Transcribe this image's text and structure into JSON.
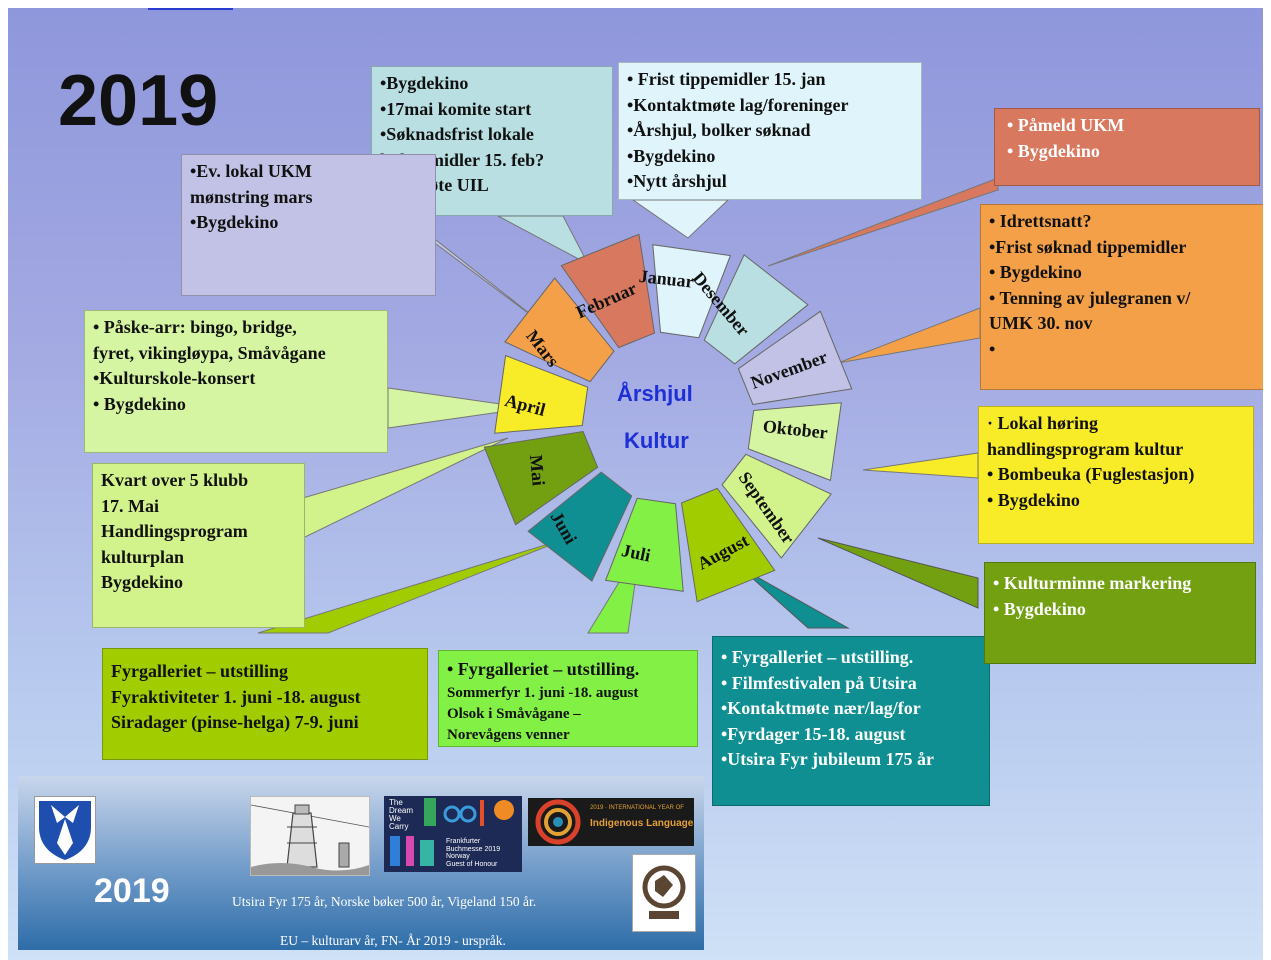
{
  "year": "2019",
  "center": {
    "line1": "Årshjul",
    "line2": "Kultur"
  },
  "months": [
    {
      "key": "januar",
      "label": "Januar",
      "color": "#dff4fb"
    },
    {
      "key": "februar",
      "label": "Februar",
      "color": "#b9dfe3"
    },
    {
      "key": "mars",
      "label": "Mars",
      "color": "#c2c2e6"
    },
    {
      "key": "april",
      "label": "April",
      "color": "#d6f5a3"
    },
    {
      "key": "mai",
      "label": "Mai",
      "color": "#d2f28b"
    },
    {
      "key": "juni",
      "label": "Juni",
      "color": "#a1cd00"
    },
    {
      "key": "juli",
      "label": "Juli",
      "color": "#83f046"
    },
    {
      "key": "august",
      "label": "August",
      "color": "#0f8f92"
    },
    {
      "key": "september",
      "label": "September",
      "color": "#72a011"
    },
    {
      "key": "oktober",
      "label": "Oktober",
      "color": "#f8eb27"
    },
    {
      "key": "november",
      "label": "November",
      "color": "#f3a048"
    },
    {
      "key": "desember",
      "label": "Desember",
      "color": "#d7785f"
    }
  ],
  "boxes": {
    "januar": "• Frist tippemidler 15. jan\n•Kontaktmøte lag/foreninger\n•Årshjul, bolker søknad\n•Bygdekino\n•Nytt årshjul",
    "februar": "•Bygdekino\n•17mai komite start\n•Søknadsfrist lokale\nkulturmidler 15. feb?\n•Årsmøte UIL",
    "mars": "•Ev. lokal UKM\nmønstring mars\n•Bygdekino",
    "april": "• Påske-arr: bingo, bridge,\nfyret, vikingløypa, Småvågane\n•Kulturskole-konsert\n• Bygdekino",
    "mai": "Kvart over 5 klubb\n17. Mai\nHandlingsprogram\nkulturplan\nBygdekino",
    "juni": "Fyrgalleriet – utstilling\nFyraktiviteter 1. juni -18. august\nSiradager (pinse-helga) 7-9. juni",
    "juli_title": "• Fyrgalleriet – utstilling.",
    "juli_rest": "Sommerfyr 1. juni -18. august\nOlsok i Småvågane –\nNorevågens venner",
    "august": "• Fyrgalleriet – utstilling.\n• Filmfestivalen på Utsira\n•Kontaktmøte nær/lag/for\n•Fyrdager 15-18. august\n•Utsira Fyr jubileum 175 år",
    "september": "• Kulturminne markering\n• Bygdekino",
    "oktober": "· Lokal høring\nhandlingsprogram kultur\n• Bombeuka (Fuglestasjon)\n• Bygdekino",
    "november": "• Idrettsnatt?\n•Frist søknad tippemidler\n• Bygdekino\n• Tenning av julegranen v/\nUMK 30. nov\n•",
    "desember": "• Påmeld UKM\n• Bygdekino"
  },
  "bottom": {
    "year": "2019",
    "line1": "Utsira Fyr 175 år,  Norske bøker 500 år, Vigeland 150 år.",
    "line2": "EU – kulturarv år, FN- År 2019 - urspråk.",
    "dream_text": "The\nDream\nWe\nCarry",
    "frankfurt_text": "Frankfurter\nBuchmesse 2019\nNorway\nGuest of Honour",
    "indigenous_small": "2019 · INTERNATIONAL YEAR OF",
    "indigenous_big": "Indigenous Languages"
  }
}
